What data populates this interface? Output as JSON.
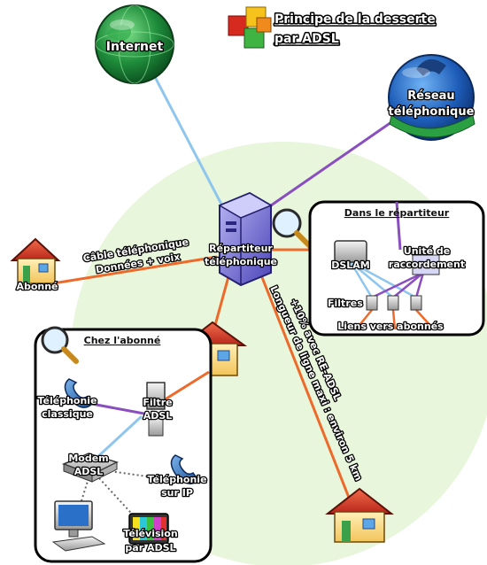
{
  "title": {
    "line1": "Principe de la desserte",
    "line2": "par ADSL"
  },
  "nodes": {
    "internet": "Internet",
    "reseau_line1": "Réseau",
    "reseau_line2": "téléphonique",
    "repartiteur_line1": "Répartiteur",
    "repartiteur_line2": "téléphonique",
    "abonne": "Abonné"
  },
  "links": {
    "cable_line1": "Câble téléphonique",
    "cable_line2": "Données + voix",
    "longueur_line1": "Longueur de ligne maxi : environ 5 km",
    "longueur_line2": "+10% avec RE-ADSL"
  },
  "repartiteur_box": {
    "title": "Dans le répartiteur",
    "dslam": "DSLAM",
    "unite_line1": "Unité de",
    "unite_line2": "raccordement",
    "filtres": "Filtres",
    "liens": "Liens vers abonnés"
  },
  "abonne_box": {
    "title": "Chez l'abonné",
    "telephonie_classique_line1": "Téléphonie",
    "telephonie_classique_line2": "classique",
    "filtre_line1": "Filtre",
    "filtre_line2": "ADSL",
    "modem_line1": "Modem",
    "modem_line2": "ADSL",
    "telephonie_ip_line1": "Téléphonie",
    "telephonie_ip_line2": "sur IP",
    "television_line1": "Télévision",
    "television_line2": "par ADSL"
  },
  "colors": {
    "internet_link": "#8fc6ee",
    "telephone_link": "#8a4fbf",
    "copper_line": "#ee6a2a",
    "background_circle": "#e8f6dc"
  },
  "icons": [
    "globe-icon",
    "phone-globe-icon",
    "server-icon",
    "magnifier-icon",
    "house-icon",
    "dslam-icon",
    "filter-icon",
    "phone-icon",
    "modem-icon",
    "computer-icon",
    "tv-icon",
    "cubes-logo"
  ]
}
